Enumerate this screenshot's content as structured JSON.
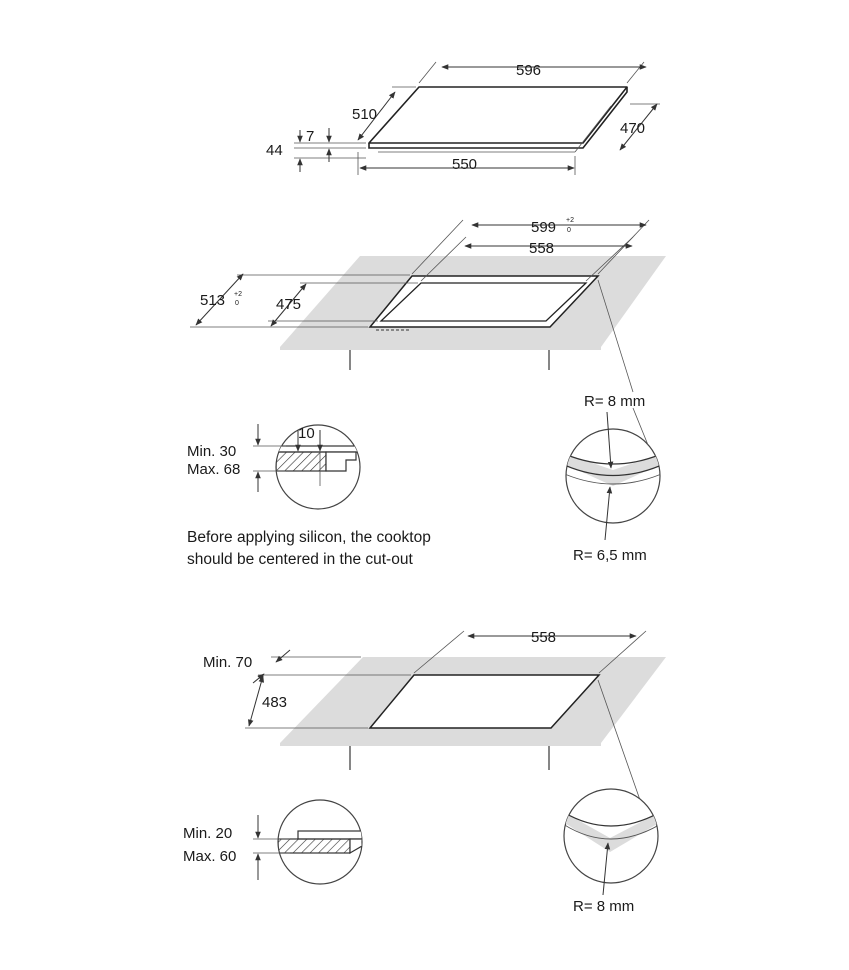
{
  "hob": {
    "width": "596",
    "depth": "510",
    "side_depth": "470",
    "bottom_width": "550",
    "glass_thickness": "7",
    "total_height": "44"
  },
  "cutout_flush": {
    "outer_width": "599",
    "outer_width_tolerance_top": "+2",
    "outer_width_tolerance_bottom": "0",
    "inner_width": "558",
    "outer_depth": "513",
    "outer_depth_tolerance_top": "+2",
    "outer_depth_tolerance_bottom": "0",
    "inner_depth": "475",
    "radius_outer": "R= 8 mm",
    "radius_inner": "R= 6,5 mm",
    "detail_gap": "10",
    "worktop_min": "Min. 30",
    "worktop_max": "Max. 68",
    "note_line1": "Before applying silicon, the cooktop",
    "note_line2": "should be centered in the cut-out"
  },
  "cutout_standard": {
    "width": "558",
    "min_edge": "Min. 70",
    "depth": "483",
    "radius": "R= 8 mm",
    "worktop_min": "Min. 20",
    "worktop_max": "Max. 60"
  }
}
